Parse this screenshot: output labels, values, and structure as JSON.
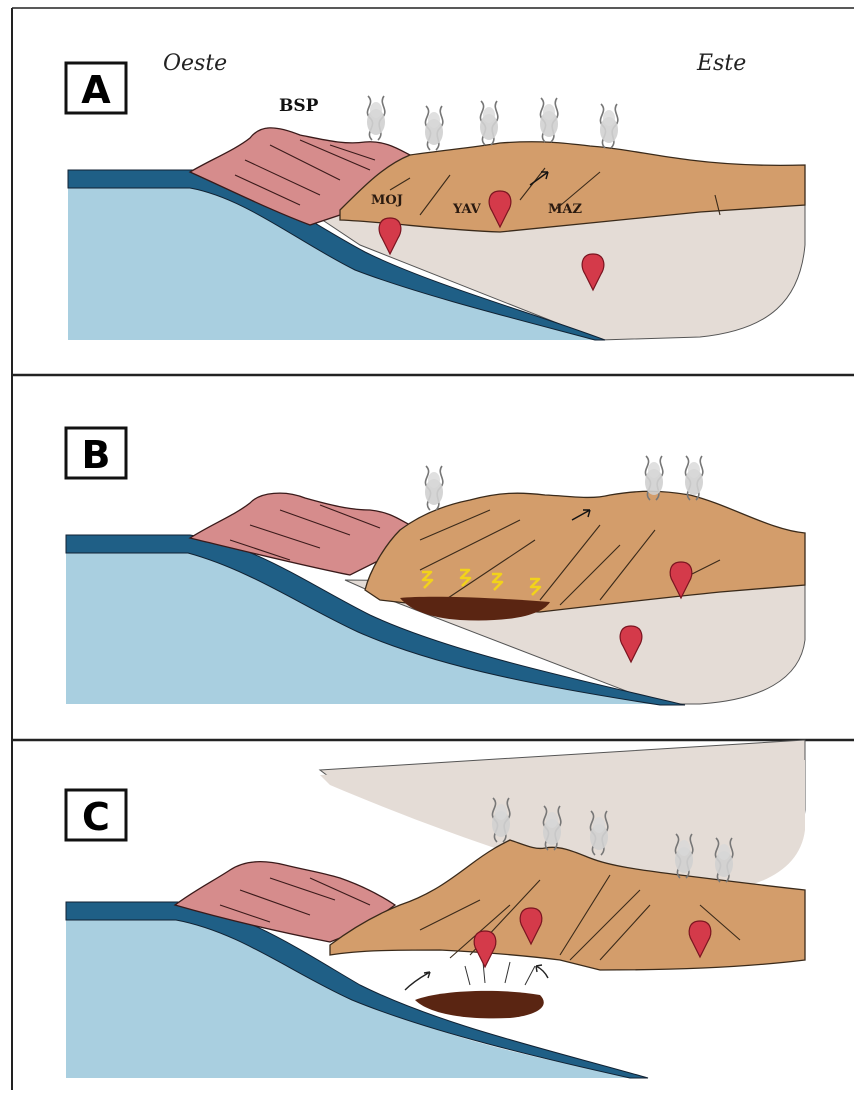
{
  "directions": {
    "west": "Oeste",
    "east": "Este"
  },
  "panels": [
    {
      "letter": "A"
    },
    {
      "letter": "B"
    },
    {
      "letter": "C"
    }
  ],
  "labels": {
    "bsp": "BSP",
    "moj": "MOJ",
    "yav": "YAV",
    "maz": "MAZ"
  },
  "colors": {
    "ocean_plate": "#a9cfe0",
    "plate_edge": "#1f5f86",
    "crust_tan": "#d39d6b",
    "terrane_pink": "#d68c8c",
    "mantle_gray": "#e4dcd6",
    "magma_red": "#d43a4a",
    "melt_brown": "#5a2512",
    "fluid_yellow": "#f2d21b",
    "smoke_gray": "#c8c8c8"
  }
}
